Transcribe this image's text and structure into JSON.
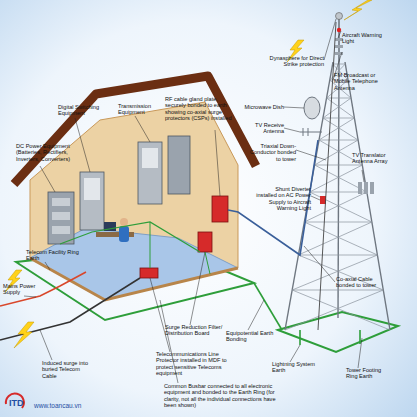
{
  "diagram": {
    "labels": [
      "Dynasphere for Direct Strike protection",
      "Aircraft Warning Light",
      "FM Broadcast or Mobile Telephone Antenna",
      "Microwave Dish",
      "TV Receive Antenna",
      "Triaxial Down-Conductor bonded to tower",
      "TV Translator Antenna Array",
      "Shunt Diverter installed on AC Power Supply to Aircraft Warning Light",
      "Co-axial Cable bonded to tower",
      "Digital Switching Equipment",
      "Transmission Equipment",
      "RF cable gland plate, securely bonded to earth showing co-axial surge protectors (CSPs) installed",
      "DC Power Equipment (Batteries, Rectifiers, Inverters, Converters)",
      "Telecom Facility Ring Earth",
      "Mains Power Supply",
      "Surge Reduction Filter/ Distribution Board",
      "Equipotential Earth Bonding",
      "Induced surge into buried Telecom Cable",
      "Telecommunications Line Protector installed in MDF to protect sensitive Telecoms equipment",
      "Common Busbar connected to all electronic equipment and bonded to the Earth Ring (for clarity, not all the individual connections have been shown)",
      "Lightning System Earth",
      "Tower Footing Ring Earth",
      "ITD",
      "www.toancau.vn"
    ]
  }
}
